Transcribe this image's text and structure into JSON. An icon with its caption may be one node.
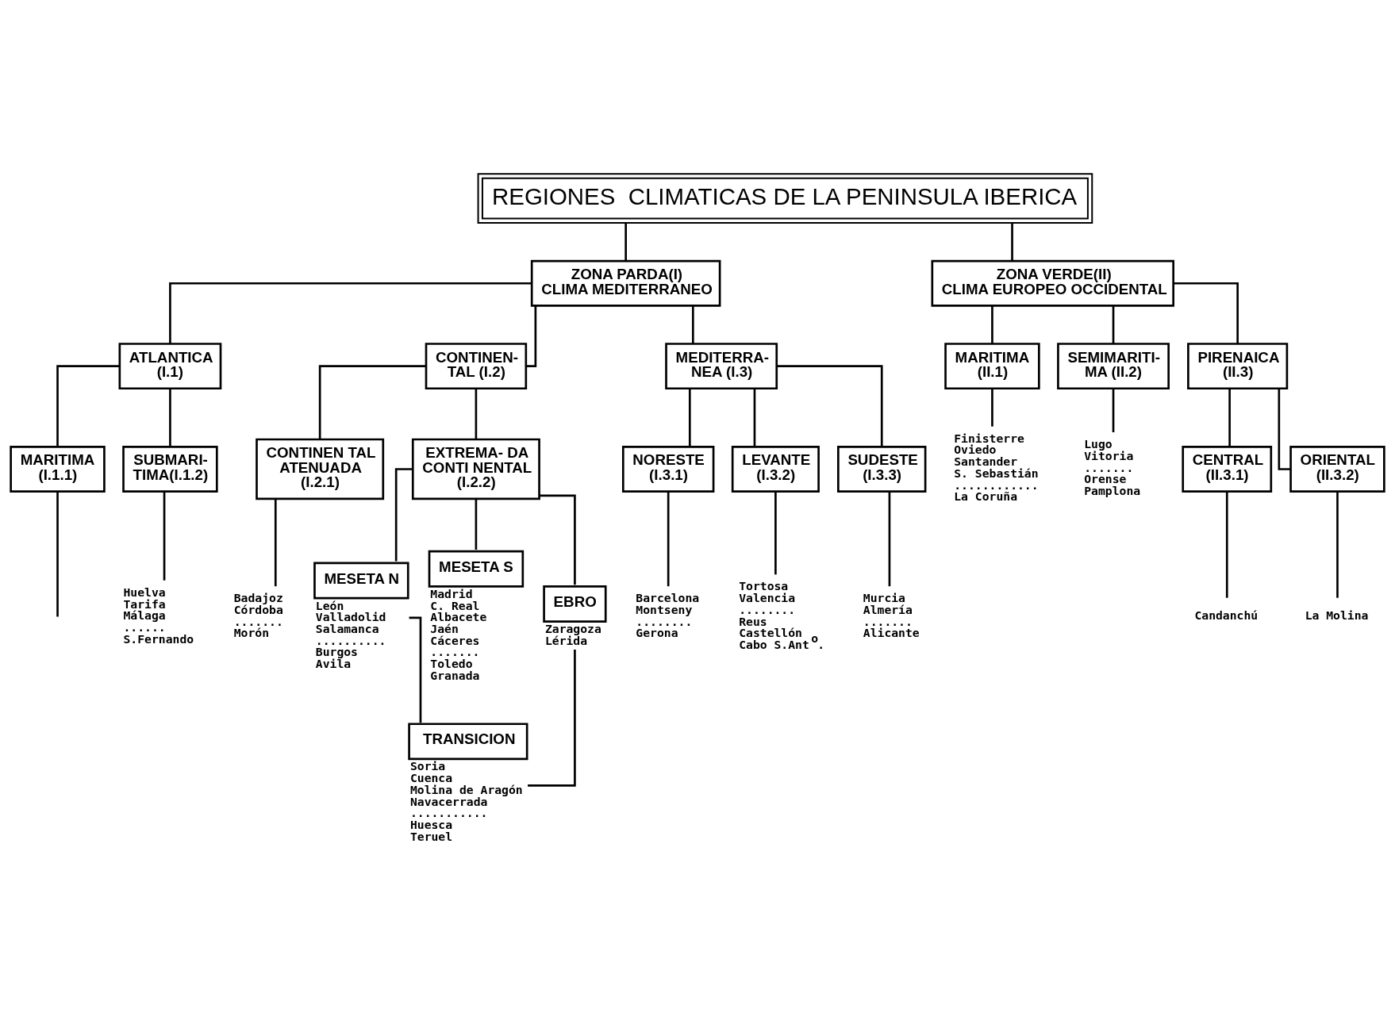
{
  "diagram": {
    "nodes": [
      {
        "text": [
          "REGIONES  CLIMATICAS DE LA PENINSULA IBERICA"
        ]
      },
      {
        "text": [
          "ZONA PARDA(I)",
          "CLIMA MEDITERRANEO"
        ]
      },
      {
        "text": [
          "ZONA VERDE(II)",
          "CLIMA EUROPEO OCCIDENTAL"
        ]
      },
      {
        "text": [
          "ATLANTICA (I.1)"
        ]
      },
      {
        "text": [
          "CONTINEN- TAL (I.2)"
        ]
      },
      {
        "text": [
          "MEDITERRA- NEA (I.3)"
        ]
      },
      {
        "text": [
          "MARITIMA (II.1)"
        ]
      },
      {
        "text": [
          "SEMIMARITI- MA (II.2)"
        ]
      },
      {
        "text": [
          "PIRENAICA (II.3)"
        ]
      },
      {
        "text": [
          "MARITIMA (I.1.1)"
        ]
      },
      {
        "text": [
          "SUBMARI- TIMA(I.1.2)"
        ]
      },
      {
        "text": [
          "CONTINEN TAL ATENUADA (I.2.1)"
        ]
      },
      {
        "text": [
          "EXTREMA- DA CONTI NENTAL (I.2.2)"
        ]
      },
      {
        "text": [
          "NORESTE (I.3.1)"
        ]
      },
      {
        "text": [
          "LEVANTE (I.3.2)"
        ]
      },
      {
        "text": [
          "SUDESTE (I.3.3)"
        ]
      },
      {
        "text": [
          "CENTRAL (II.3.1)"
        ]
      },
      {
        "text": [
          "ORIENTAL (II.3.2)"
        ]
      },
      {
        "text": [
          "MESETA N"
        ],
        "beside": [
          "León",
          "Valladolid",
          "Salamanca",
          "..........",
          "Burgos",
          "Avila"
        ]
      },
      {
        "text": [
          "MESETA S"
        ],
        "beside": [
          "Madrid",
          "C. Real",
          "Albacete",
          "Jaén",
          "Cáceres",
          ".......",
          "Toledo",
          "Granada"
        ]
      },
      {
        "text": [
          "EBRO"
        ],
        "beside": [
          "Zaragoza",
          "Lérida"
        ]
      },
      {
        "text": [
          "TRANSICION"
        ],
        "beside": [
          "Soria",
          "Cuenca",
          "Molina de Aragón",
          "Navacerrada",
          "...........",
          "Huesca",
          "Teruel"
        ]
      },
      {
        "text": [
          "Huelva",
          "Tarifa",
          "Málaga",
          "......",
          "S.Fernando"
        ]
      },
      {
        "text": [
          "Badajoz",
          "Córdoba",
          ".......",
          "Morón"
        ]
      },
      {
        "text": [
          "Barcelona",
          "Montseny",
          "........",
          "Gerona"
        ]
      },
      {
        "text": [
          "Tortosa",
          "Valencia",
          "........",
          "Reus",
          "Castellón",
          "Cabo S.Ant$^{o}$."
        ]
      },
      {
        "text": [
          "Murcia",
          "Almería",
          ".......",
          "Alicante"
        ]
      },
      {
        "text": [
          "Finisterre",
          "Oviedo",
          "Santander",
          "S. Sebastián",
          "............",
          "La Coruña"
        ]
      },
      {
        "text": [
          "Lugo",
          "Vitoria",
          ".......",
          "Orense",
          "Pamplona"
        ]
      },
      {
        "text": [
          "Candanchú"
        ]
      },
      {
        "text": [
          "La Molina"
        ]
      }
    ],
    "edges": [
      {
        "from": 0,
        "to": 1,
        "arrow": "none"
      },
      {
        "from": 0,
        "to": 2,
        "arrow": "none"
      },
      {
        "from": 1,
        "to": 3,
        "arrow": "none"
      },
      {
        "from": 1,
        "to": 4,
        "arrow": "none"
      },
      {
        "from": 1,
        "to": 5,
        "arrow": "none"
      },
      {
        "from": 2,
        "to": 6,
        "arrow": "none"
      },
      {
        "from": 2,
        "to": 7,
        "arrow": "none"
      },
      {
        "from": 2,
        "to": 8,
        "arrow": "none"
      },
      {
        "from": 3,
        "to": 9,
        "arrow": "none"
      },
      {
        "from": 3,
        "to": 10,
        "arrow": "none"
      },
      {
        "from": 4,
        "to": 11,
        "arrow": "none"
      },
      {
        "from": 4,
        "to": 12,
        "arrow": "none"
      },
      {
        "from": 5,
        "to": 13,
        "arrow": "none"
      },
      {
        "from": 5,
        "to": 14,
        "arrow": "none"
      },
      {
        "from": 5,
        "to": 15,
        "arrow": "none"
      },
      {
        "from": 8,
        "to": 16,
        "arrow": "none"
      },
      {
        "from": 8,
        "to": 17,
        "arrow": "none"
      },
      {
        "from": 12,
        "to": 18,
        "arrow": "none"
      },
      {
        "from": 12,
        "to": 19,
        "arrow": "none"
      },
      {
        "from": 12,
        "to": 20,
        "arrow": "none"
      },
      {
        "from": 18,
        "to": 21,
        "arrow": "none"
      },
      {
        "from": 20,
        "to": 21,
        "arrow": "none"
      },
      {
        "from": 9,
        "to": null,
        "arrow": "none"
      },
      {
        "from": 10,
        "to": 22,
        "arrow": "none"
      },
      {
        "from": 11,
        "to": 23,
        "arrow": "none"
      },
      {
        "from": 13,
        "to": 24,
        "arrow": "none"
      },
      {
        "from": 14,
        "to": 25,
        "arrow": "none"
      },
      {
        "from": 15,
        "to": 26,
        "arrow": "none"
      },
      {
        "from": 6,
        "to": 27,
        "arrow": "none"
      },
      {
        "from": 7,
        "to": 28,
        "arrow": "none"
      },
      {
        "from": 16,
        "to": 29,
        "arrow": "none"
      },
      {
        "from": 17,
        "to": 30,
        "arrow": "none"
      }
    ]
  }
}
